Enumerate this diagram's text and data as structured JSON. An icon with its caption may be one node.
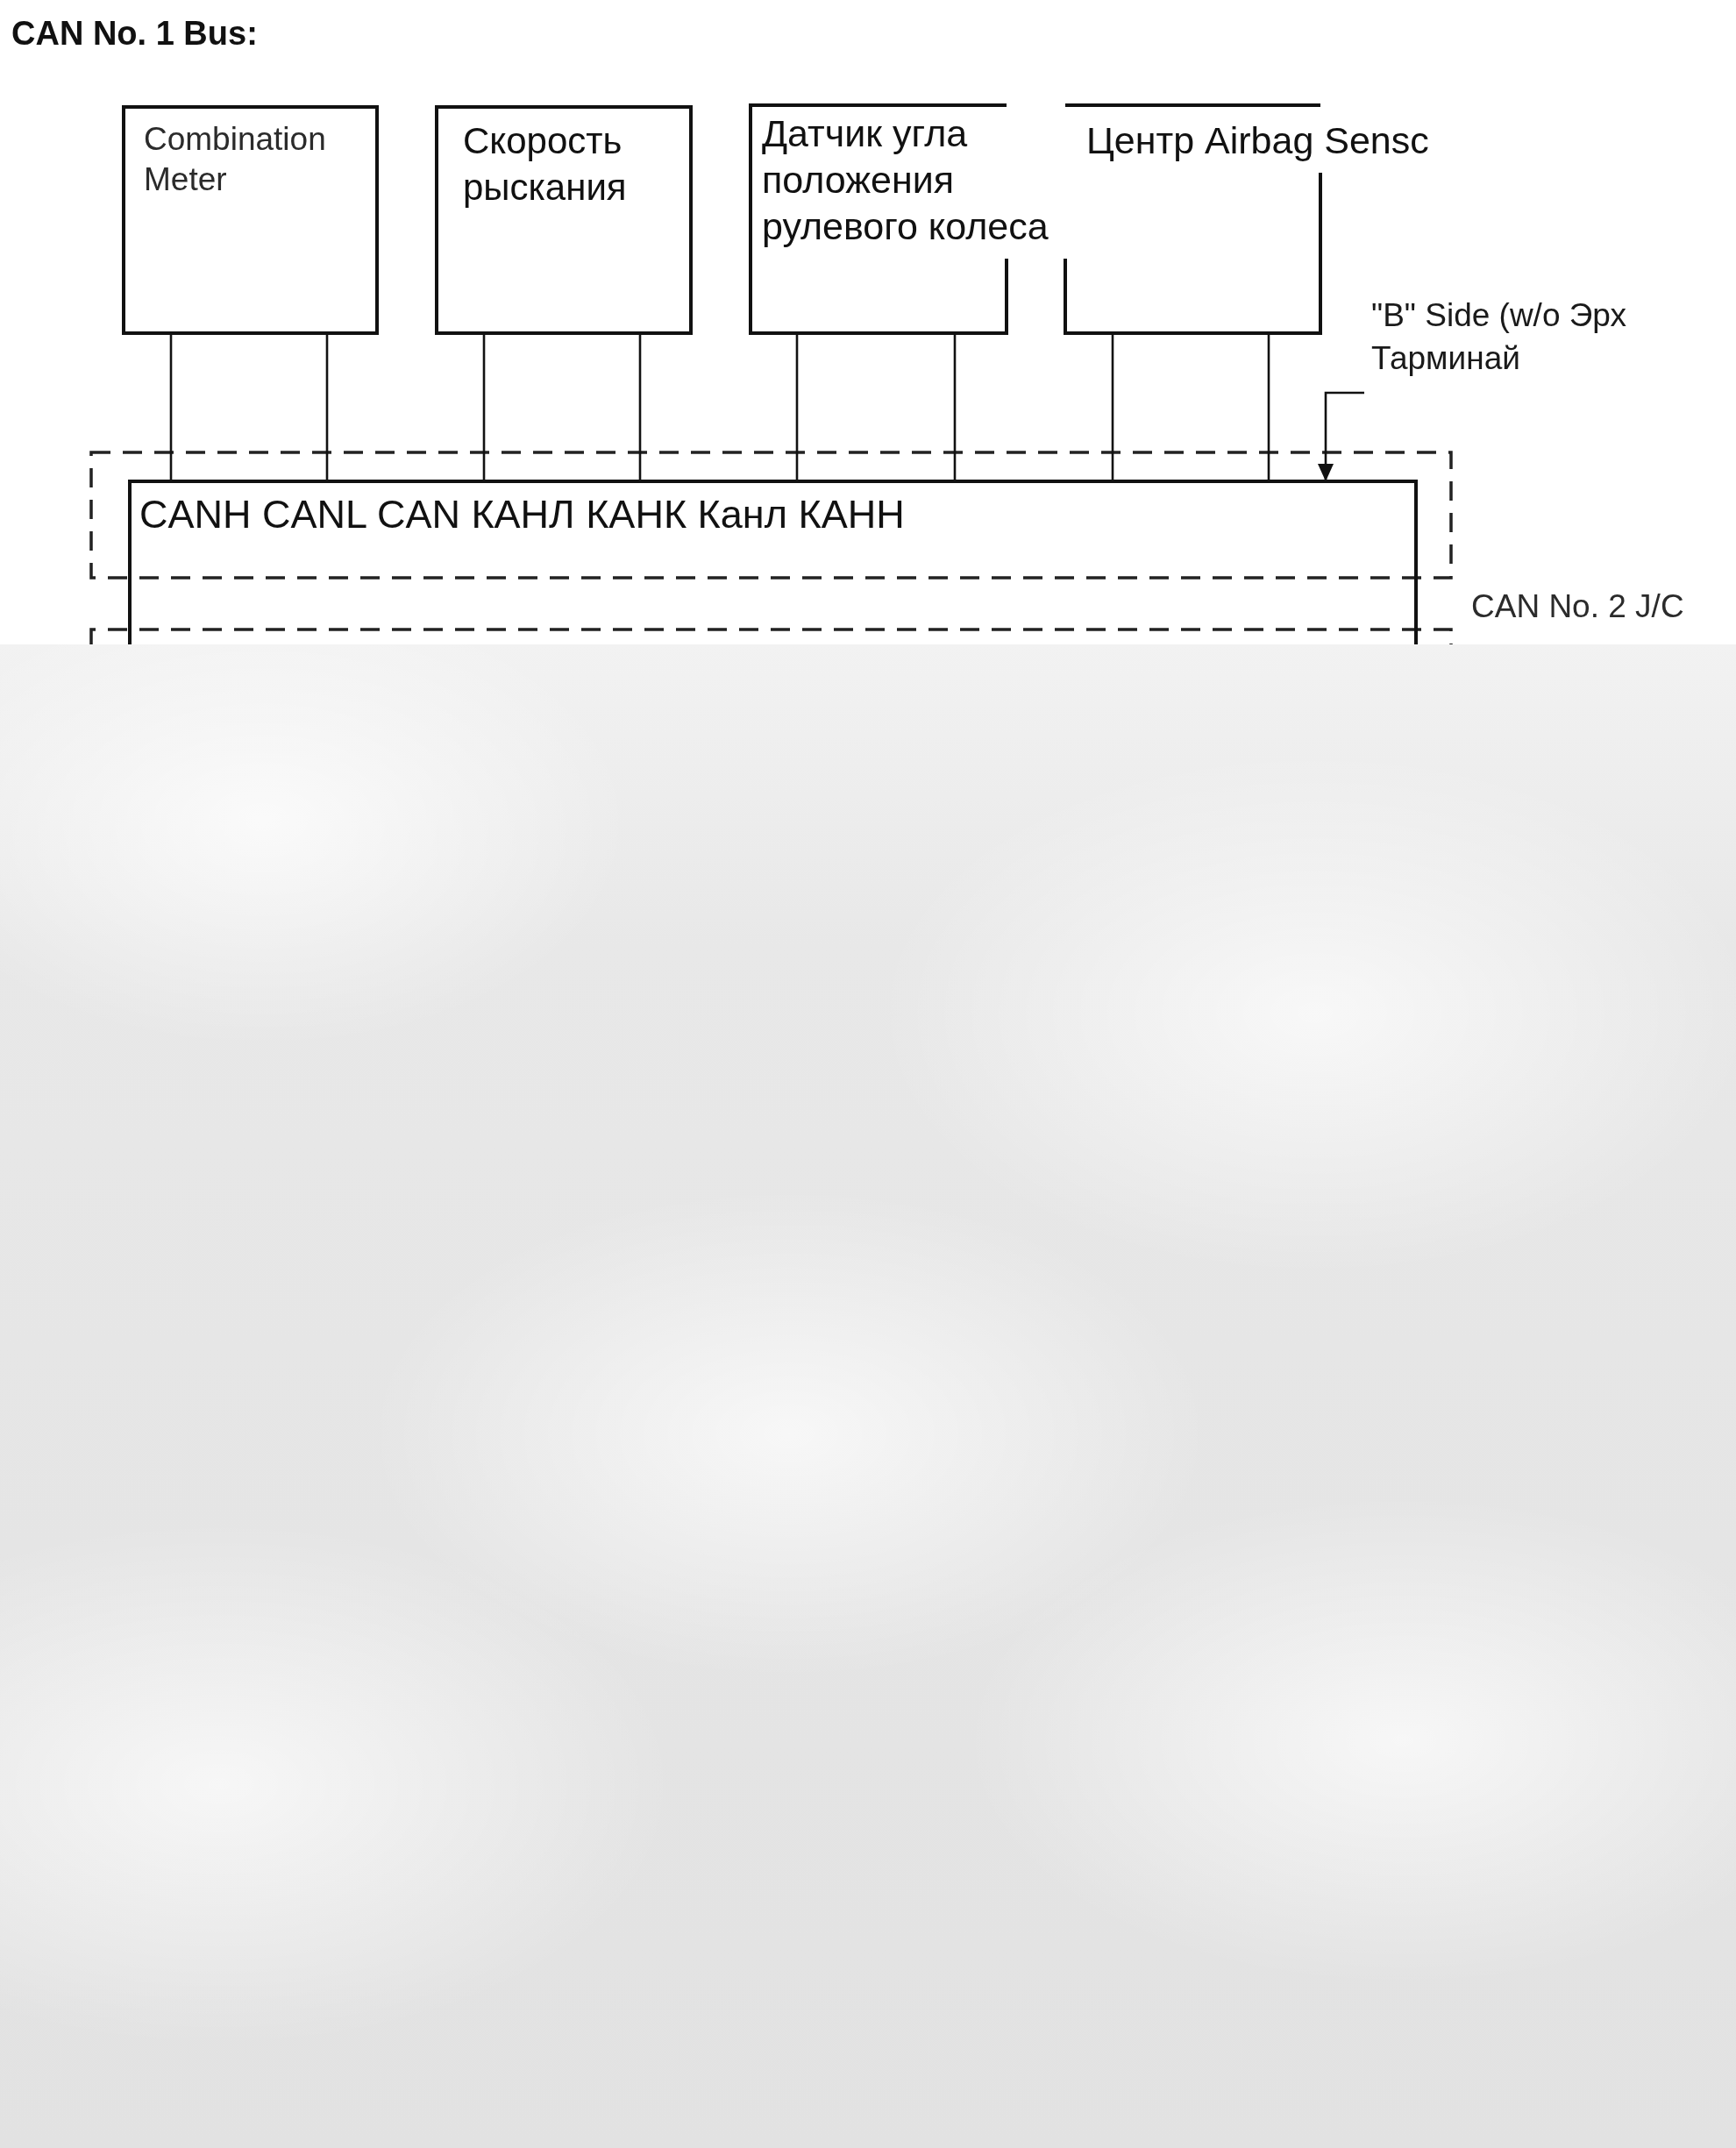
{
  "diagram": {
    "title": "CAN No. 1 Bus:",
    "nodes": [
      {
        "text": [
          "Combination Meter"
        ]
      },
      {
        "text": [
          "Скорость рыскания"
        ]
      },
      {
        "text": [
          "Датчик угла положения рулевого колеса"
        ]
      },
      {
        "text": [
          "Центр Airbag Sensc"
        ]
      },
      {
        "text": [
          "\"B\" Side (w/o Эрх Тарминай"
        ]
      },
      {
        "text": [
          "CANH CANL CAN КАНЛ КАНК Канл КАНН"
        ],
        "beside": [
          "CAN No. 2 J/C"
        ]
      }
    ],
    "edges": [
      {
        "from": 0,
        "to": 5,
        "arrow": "none"
      },
      {
        "from": 0,
        "to": 5,
        "arrow": "none"
      },
      {
        "from": 1,
        "to": 5,
        "arrow": "none"
      },
      {
        "from": 1,
        "to": 5,
        "arrow": "none"
      },
      {
        "from": 2,
        "to": 5,
        "arrow": "none"
      },
      {
        "from": 2,
        "to": 5,
        "arrow": "none"
      },
      {
        "from": 3,
        "to": 5,
        "arrow": "none"
      },
      {
        "from": 3,
        "to": 5,
        "arrow": "none"
      },
      {
        "from": 4,
        "to": 5,
        "arrow": "to"
      }
    ]
  }
}
